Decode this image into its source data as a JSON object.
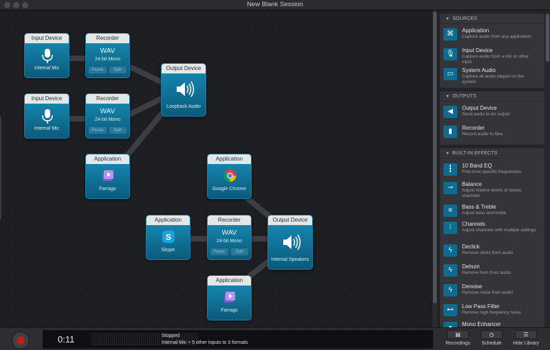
{
  "window": {
    "title": "New Blank Session"
  },
  "nodes": {
    "input1": {
      "header": "Input Device",
      "label": "Internal Mic",
      "icon": "microphone-icon"
    },
    "rec1": {
      "header": "Recorder",
      "format": "WAV",
      "detail": "24-bit Mono",
      "pause": "Pause",
      "split": "Split"
    },
    "input2": {
      "header": "Input Device",
      "label": "Internal Mic",
      "icon": "microphone-icon"
    },
    "rec2": {
      "header": "Recorder",
      "format": "WAV",
      "detail": "24-bit Mono",
      "pause": "Pause",
      "split": "Split"
    },
    "out1": {
      "header": "Output Device",
      "label": "Loopback Audio",
      "icon": "speaker-icon"
    },
    "app1": {
      "header": "Application",
      "label": "Farrago",
      "icon": "farrago-icon"
    },
    "app2": {
      "header": "Application",
      "label": "Google Chrome",
      "icon": "chrome-icon"
    },
    "app3": {
      "header": "Application",
      "label": "Skype",
      "icon": "skype-icon"
    },
    "rec3": {
      "header": "Recorder",
      "format": "WAV",
      "detail": "24-bit Mono",
      "pause": "Pause",
      "split": "Split"
    },
    "out2": {
      "header": "Output Device",
      "label": "Internal Speakers",
      "icon": "speaker-icon"
    },
    "app4": {
      "header": "Application",
      "label": "Farrago",
      "icon": "farrago-icon"
    }
  },
  "sidebar": {
    "sources": {
      "title": "SOURCES",
      "items": [
        {
          "title": "Application",
          "desc": "Capture audio from any application",
          "icon": "application-icon"
        },
        {
          "title": "Input Device",
          "desc": "Capture audio from a mic or other input",
          "icon": "microphone-icon"
        },
        {
          "title": "System Audio",
          "desc": "Capture all audio played on the system",
          "icon": "monitor-icon"
        }
      ]
    },
    "outputs": {
      "title": "OUTPUTS",
      "items": [
        {
          "title": "Output Device",
          "desc": "Send audio to an output",
          "icon": "speaker-icon"
        },
        {
          "title": "Recorder",
          "desc": "Record audio to files",
          "icon": "file-icon"
        }
      ]
    },
    "effects": {
      "title": "BUILT-IN EFFECTS",
      "items": [
        {
          "title": "10 Band EQ",
          "desc": "Fine-tune specific frequencies",
          "icon": "eq-icon"
        },
        {
          "title": "Balance",
          "desc": "Adjust relative levels of stereo channels",
          "icon": "balance-icon"
        },
        {
          "title": "Bass & Treble",
          "desc": "Adjust bass and treble",
          "icon": "bass-treble-icon"
        },
        {
          "title": "Channels",
          "desc": "Adjust channels with multiple settings",
          "icon": "channels-icon"
        },
        {
          "title": "Declick",
          "desc": "Remove clicks from audio",
          "icon": "lightning-icon"
        },
        {
          "title": "Dehum",
          "desc": "Remove hum from audio",
          "icon": "lightning-icon"
        },
        {
          "title": "Denoise",
          "desc": "Remove noise from audio",
          "icon": "lightning-icon"
        },
        {
          "title": "Low Pass Filter",
          "desc": "Remove high frequency noise",
          "icon": "filter-icon"
        },
        {
          "title": "Mono Enhancer",
          "desc": "",
          "icon": "mono-icon"
        }
      ]
    }
  },
  "bottom": {
    "time": "0:11",
    "status": "Stopped",
    "detail": "Internal Mic + 5 other inputs to 3 formats",
    "recordings": "Recordings",
    "schedule": "Schedule",
    "hide_library": "Hide Library"
  }
}
